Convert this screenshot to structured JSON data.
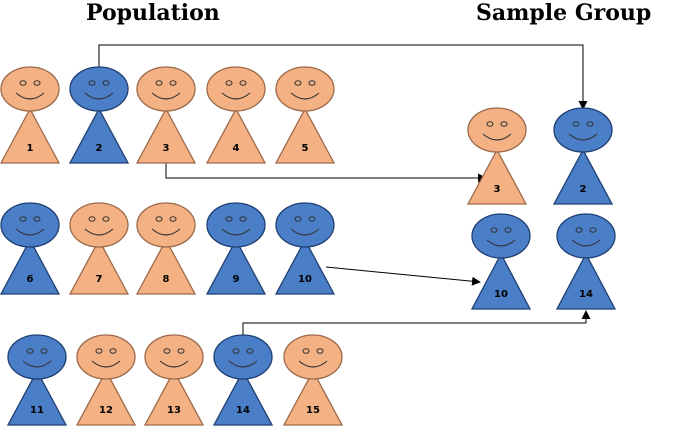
{
  "titles": {
    "population": "Population",
    "sample": "Sample Group"
  },
  "colors": {
    "orange_fill": "#F4B183",
    "orange_stroke": "#9C6A4A",
    "blue_fill": "#4A7EC7",
    "blue_stroke": "#1F3F73",
    "arrow": "#000000"
  },
  "population": [
    {
      "label": "1",
      "color": "orange"
    },
    {
      "label": "2",
      "color": "blue"
    },
    {
      "label": "3",
      "color": "orange"
    },
    {
      "label": "4",
      "color": "orange"
    },
    {
      "label": "5",
      "color": "orange"
    },
    {
      "label": "6",
      "color": "blue"
    },
    {
      "label": "7",
      "color": "orange"
    },
    {
      "label": "8",
      "color": "orange"
    },
    {
      "label": "9",
      "color": "blue"
    },
    {
      "label": "10",
      "color": "blue"
    },
    {
      "label": "11",
      "color": "blue"
    },
    {
      "label": "12",
      "color": "orange"
    },
    {
      "label": "13",
      "color": "orange"
    },
    {
      "label": "14",
      "color": "blue"
    },
    {
      "label": "15",
      "color": "orange"
    }
  ],
  "sample": [
    {
      "label": "3",
      "color": "orange"
    },
    {
      "label": "2",
      "color": "blue"
    },
    {
      "label": "10",
      "color": "blue"
    },
    {
      "label": "14",
      "color": "blue"
    }
  ]
}
